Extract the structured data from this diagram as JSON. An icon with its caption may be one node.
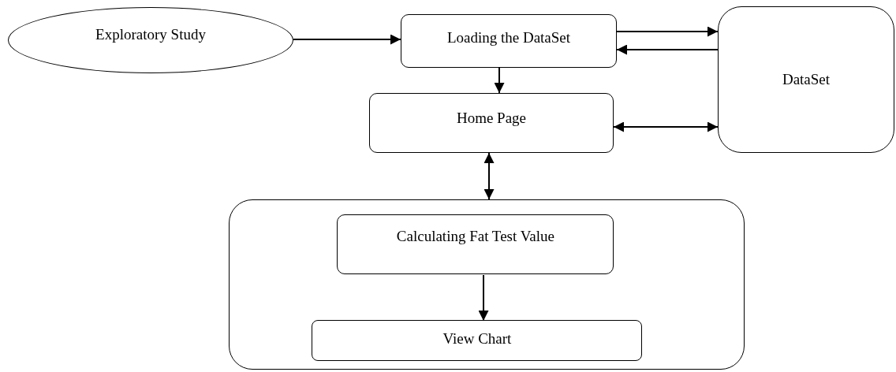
{
  "diagram": {
    "nodes": [
      {
        "text": [
          "Exploratory Study"
        ]
      },
      {
        "text": [
          "Loading the DataSet"
        ]
      },
      {
        "text": [
          "DataSet"
        ]
      },
      {
        "text": [
          "Home Page"
        ]
      },
      {
        "text": [],
        "shape": "box"
      },
      {
        "text": [
          "Calculating Fat Test Value"
        ],
        "in": 4
      },
      {
        "text": [
          "View Chart"
        ],
        "in": 4
      }
    ],
    "edges": [
      {
        "from": 0,
        "to": 1,
        "arrow": "to"
      },
      {
        "from": 1,
        "to": 2,
        "arrow": "to"
      },
      {
        "from": 2,
        "to": 1,
        "arrow": "to"
      },
      {
        "from": 1,
        "to": 3,
        "arrow": "to"
      },
      {
        "from": 3,
        "to": 2,
        "arrow": "both"
      },
      {
        "from": 3,
        "to": 4,
        "arrow": "both"
      },
      {
        "from": 5,
        "to": 6,
        "arrow": "to"
      }
    ]
  }
}
